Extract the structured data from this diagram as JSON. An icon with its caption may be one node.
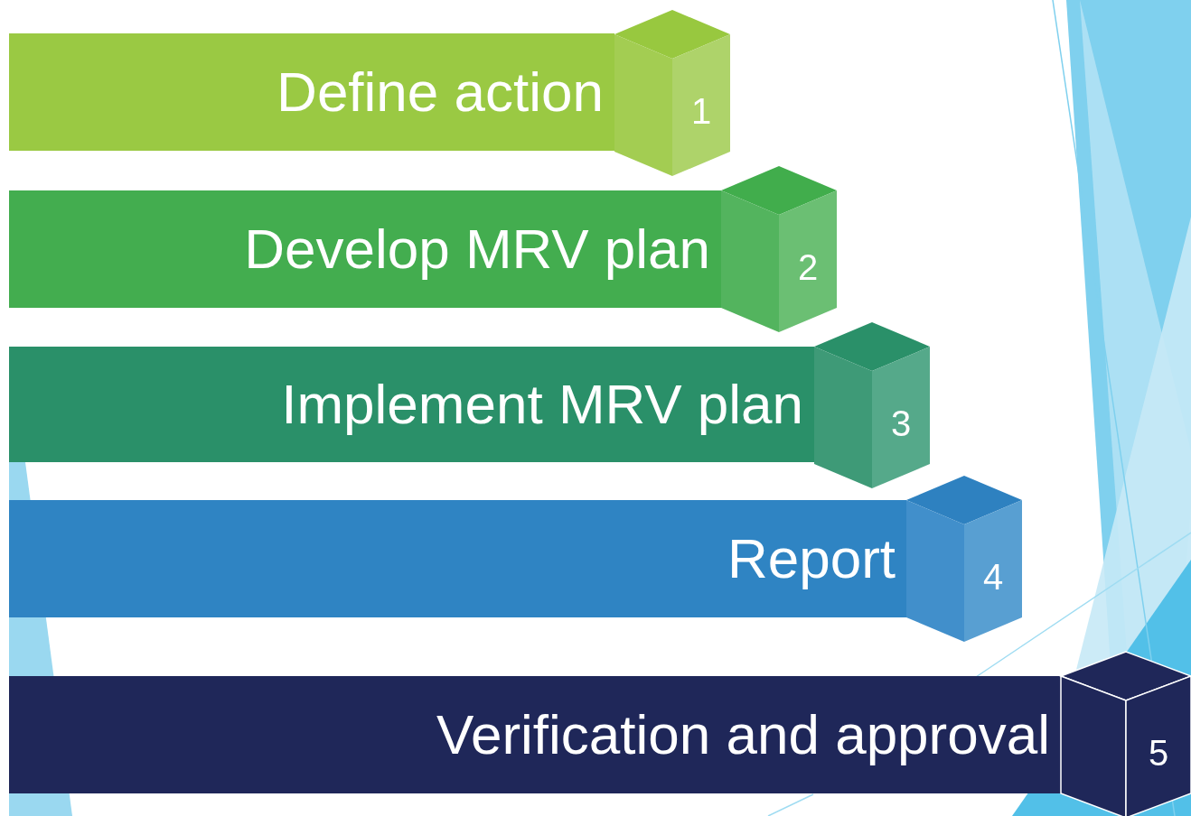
{
  "diagram": {
    "nodes": [
      {
        "text": [
          "Define action"
        ]
      },
      {
        "text": [
          "1"
        ]
      },
      {
        "text": [
          "Develop MRV plan"
        ]
      },
      {
        "text": [
          "2"
        ]
      },
      {
        "text": [
          "Implement MRV plan"
        ]
      },
      {
        "text": [
          "3"
        ]
      },
      {
        "text": [
          "Report"
        ]
      },
      {
        "text": [
          "4"
        ]
      },
      {
        "text": [
          "Verification and approval"
        ]
      },
      {
        "text": [
          "5"
        ]
      }
    ]
  }
}
